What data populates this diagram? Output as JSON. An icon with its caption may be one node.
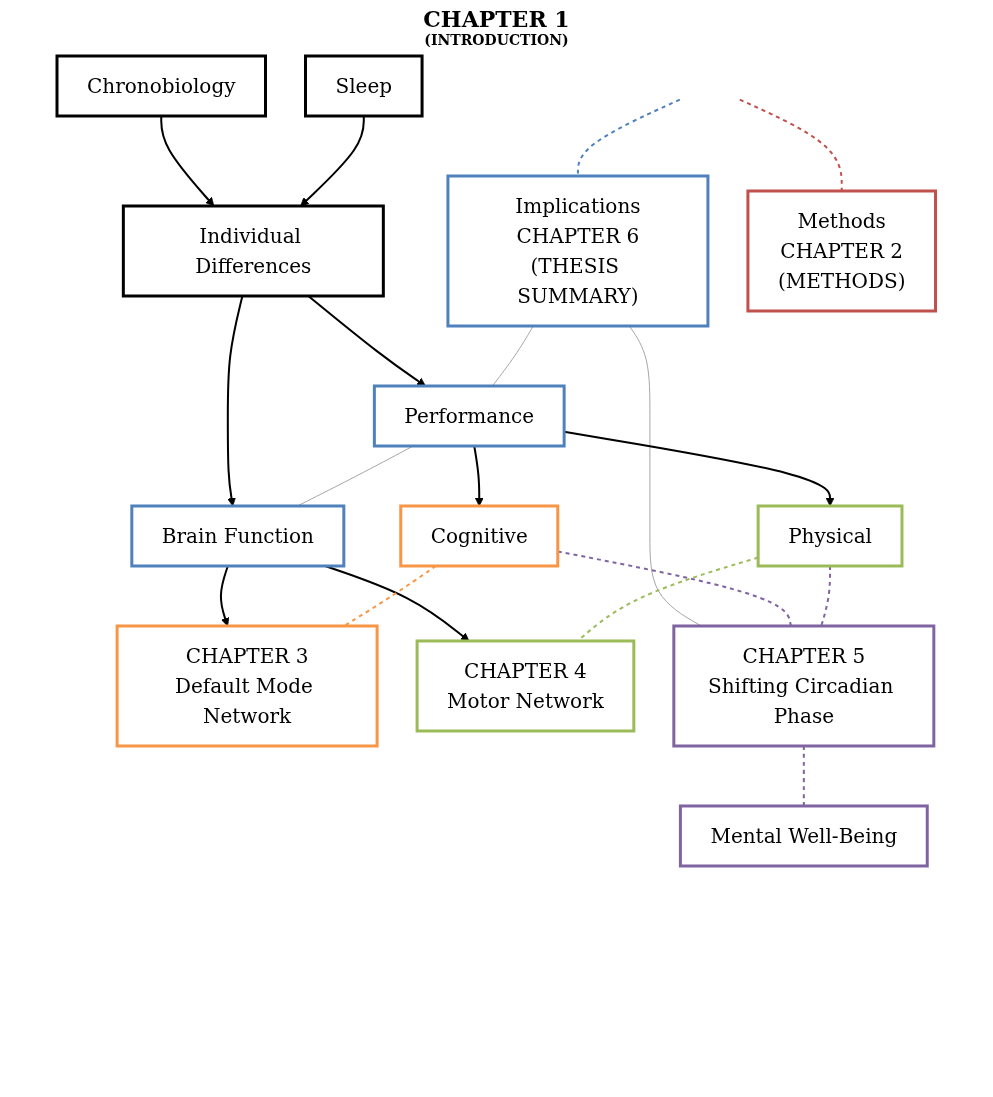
{
  "diagram": {
    "nodes": [
      {
        "text": [
          "Chronobiology"
        ]
      },
      {
        "text": [
          "Sleep"
        ]
      },
      {
        "text": [
          "Implications",
          "CHAPTER 6",
          "(THESIS SUMMARY)"
        ]
      },
      {
        "text": [
          "Individual Differences"
        ]
      },
      {
        "text": [
          "Methods",
          "CHAPTER 2",
          "(METHODS)"
        ]
      },
      {
        "text": [
          "Performance"
        ]
      },
      {
        "text": [
          "Brain Function"
        ]
      },
      {
        "text": [
          "Cognitive"
        ]
      },
      {
        "text": [
          "Physical"
        ]
      },
      {
        "text": [
          "CHAPTER 3",
          "Default Mode Network"
        ]
      },
      {
        "text": [
          "CHAPTER 4",
          "Motor Network"
        ]
      },
      {
        "text": [
          "CHAPTER 5",
          "Shifting Circadian Phase"
        ]
      },
      {
        "text": [
          "Mental Well-Being"
        ]
      }
    ],
    "edges": [
      {
        "from": 0,
        "to": 3,
        "arrow": "to"
      },
      {
        "from": 1,
        "to": 3,
        "arrow": "to"
      },
      {
        "from": null,
        "to": 2,
        "arrow": "none",
        "style": "dashed",
        "color": "#4f81bd"
      },
      {
        "from": null,
        "to": 4,
        "arrow": "none",
        "style": "dashed",
        "color": "#c0504d"
      },
      {
        "from": 3,
        "to": 5,
        "arrow": "to"
      },
      {
        "from": 3,
        "to": 6,
        "arrow": "to"
      },
      {
        "from": 2,
        "to": 5,
        "arrow": "none",
        "color": "#a6a6a6"
      },
      {
        "from": 2,
        "to": 11,
        "arrow": "none",
        "color": "#a6a6a6"
      },
      {
        "from": 5,
        "to": 6,
        "arrow": "none",
        "color": "#a6a6a6"
      },
      {
        "from": 5,
        "to": 7,
        "arrow": "to"
      },
      {
        "from": 5,
        "to": 8,
        "arrow": "to"
      },
      {
        "from": 6,
        "to": 9,
        "arrow": "to"
      },
      {
        "from": 6,
        "to": 10,
        "arrow": "to"
      },
      {
        "from": 7,
        "to": 9,
        "arrow": "none",
        "style": "dashed",
        "color": "#f79646"
      },
      {
        "from": 8,
        "to": 10,
        "arrow": "none",
        "style": "dashed",
        "color": "#9bbb59"
      },
      {
        "from": 7,
        "to": 11,
        "arrow": "none",
        "style": "dashed",
        "color": "#8064a2"
      },
      {
        "from": 8,
        "to": 11,
        "arrow": "none",
        "style": "dashed",
        "color": "#8064a2"
      },
      {
        "from": 11,
        "to": 12,
        "arrow": "none",
        "style": "dashed",
        "color": "#8064a2"
      }
    ],
    "labels": [
      "CHAPTER 1",
      "(INTRODUCTION)"
    ]
  }
}
